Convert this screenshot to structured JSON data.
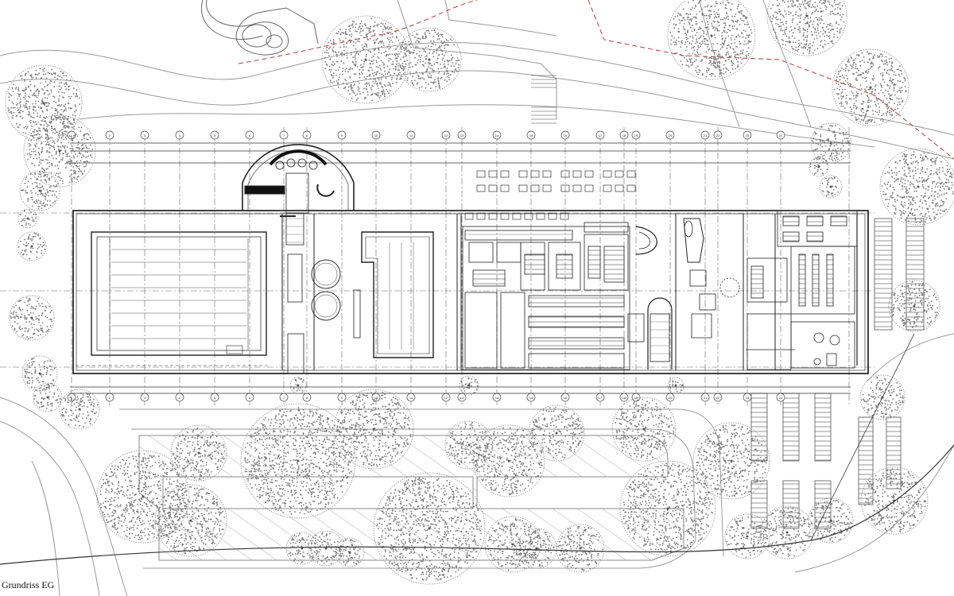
{
  "caption": "Grundriss EG",
  "axis_labels_top": [
    "1",
    "2",
    "3",
    "4",
    "5",
    "6",
    "7",
    "8",
    "9",
    "10",
    "11",
    "12",
    "13",
    "14",
    "15",
    "16",
    "17",
    "18",
    "19",
    "20",
    "21",
    "22",
    "23",
    "24"
  ],
  "colors": {
    "line": "#222222",
    "thin": "#555555",
    "tree_dots": "#777777",
    "tree_edge": "#8a8a8a",
    "ground": "#9a9a9a",
    "property_line": "#b03a3a",
    "fill_dark": "#111111"
  }
}
